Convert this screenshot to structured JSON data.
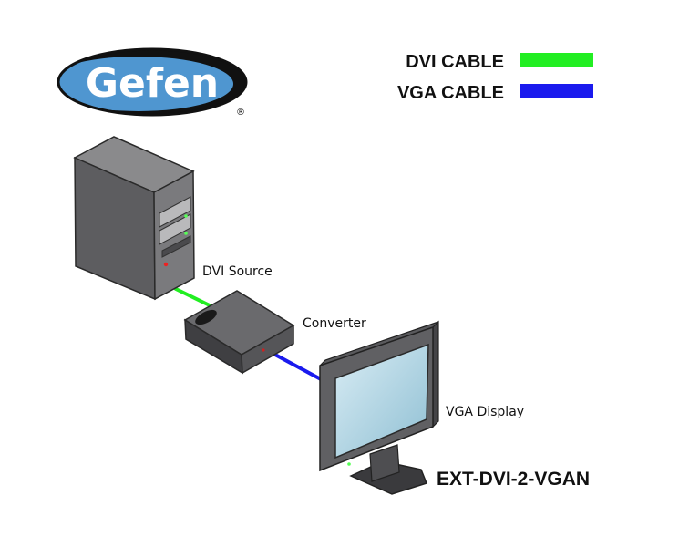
{
  "brand": {
    "name": "Gefen",
    "registered_mark": "®",
    "colors": {
      "oval_fill": "#111111",
      "oval_highlight": "#4f96d0",
      "text": "#ffffff"
    }
  },
  "legend": {
    "items": [
      {
        "label": "DVI CABLE",
        "color": "#22ee22"
      },
      {
        "label": "VGA CABLE",
        "color": "#1a1aee"
      }
    ]
  },
  "devices": {
    "source": {
      "label": "DVI Source",
      "icon": "computer-tower-icon"
    },
    "converter": {
      "label": "Converter",
      "icon": "converter-box-icon"
    },
    "display": {
      "label": "VGA Display",
      "icon": "monitor-icon"
    }
  },
  "model": {
    "name": "EXT-DVI-2-VGAN"
  }
}
